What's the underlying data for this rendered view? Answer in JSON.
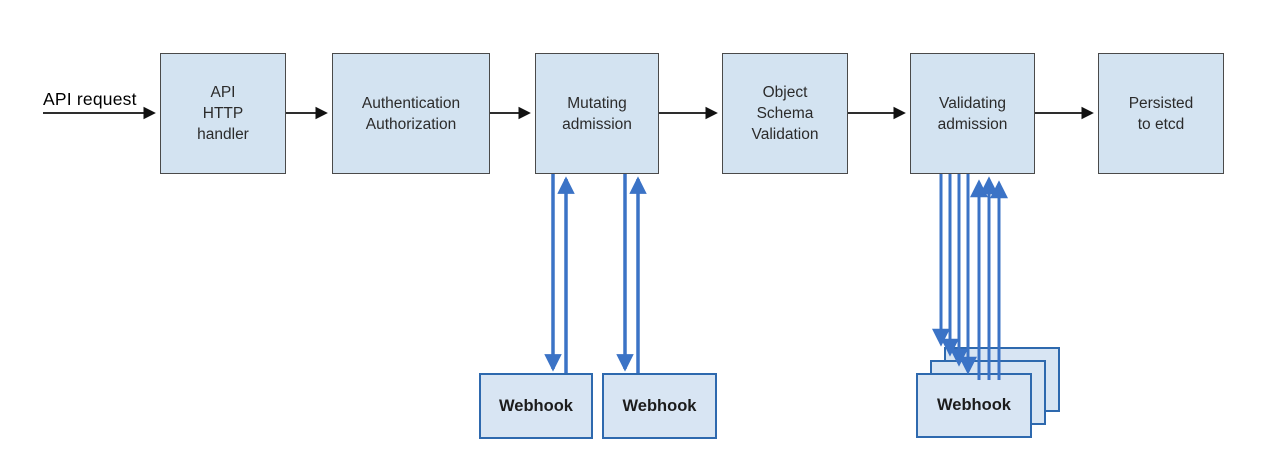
{
  "diagram": {
    "entry_label": "API request",
    "pipeline": [
      {
        "id": "api-http-handler",
        "label": "API\nHTTP\nhandler"
      },
      {
        "id": "authentication-authorization",
        "label": "Authentication\nAuthorization"
      },
      {
        "id": "mutating-admission",
        "label": "Mutating\nadmission"
      },
      {
        "id": "object-schema-validation",
        "label": "Object\nSchema\nValidation"
      },
      {
        "id": "validating-admission",
        "label": "Validating\nadmission"
      },
      {
        "id": "persisted-to-etcd",
        "label": "Persisted\nto etcd"
      }
    ],
    "mutating_webhooks": [
      {
        "label": "Webhook"
      },
      {
        "label": "Webhook"
      }
    ],
    "validating_webhooks": {
      "front_label": "Webhook",
      "stack_count": 3
    },
    "colors": {
      "box_fill": "#d3e3f1",
      "box_border": "#4a4a4a",
      "webhook_fill": "#d8e5f3",
      "webhook_border": "#2e69ae",
      "arrow_blue": "#3b73c6",
      "arrow_black": "#111111"
    }
  }
}
